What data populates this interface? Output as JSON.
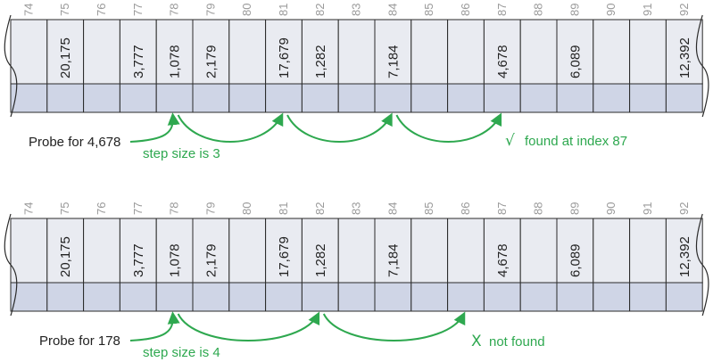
{
  "colors": {
    "cell_fill": "#e9ebf1",
    "lower_fill": "#cfd5e6",
    "border": "#2a2a2a",
    "arrow": "#2ea84f",
    "index_text": "#9a9a9a"
  },
  "indices": [
    "74",
    "75",
    "76",
    "77",
    "78",
    "79",
    "80",
    "81",
    "82",
    "83",
    "84",
    "85",
    "86",
    "87",
    "88",
    "89",
    "90",
    "91",
    "92"
  ],
  "values": [
    "",
    "20,175",
    "",
    "3,777",
    "1,078",
    "2,179",
    "",
    "17,679",
    "1,282",
    "",
    "7,184",
    "",
    "",
    "4,678",
    "",
    "6,089",
    "",
    "",
    "12,392"
  ],
  "panels": [
    {
      "probe_label": "Probe for 4,678",
      "step_label": "step size is 3",
      "result_mark": "√",
      "result_text": "found at index 87",
      "probe_slots": [
        4,
        7,
        10,
        13
      ]
    },
    {
      "probe_label": "Probe for 178",
      "step_label": "step size is 4",
      "result_mark": "X",
      "result_text": "not found",
      "probe_slots": [
        4,
        8,
        12
      ]
    }
  ]
}
